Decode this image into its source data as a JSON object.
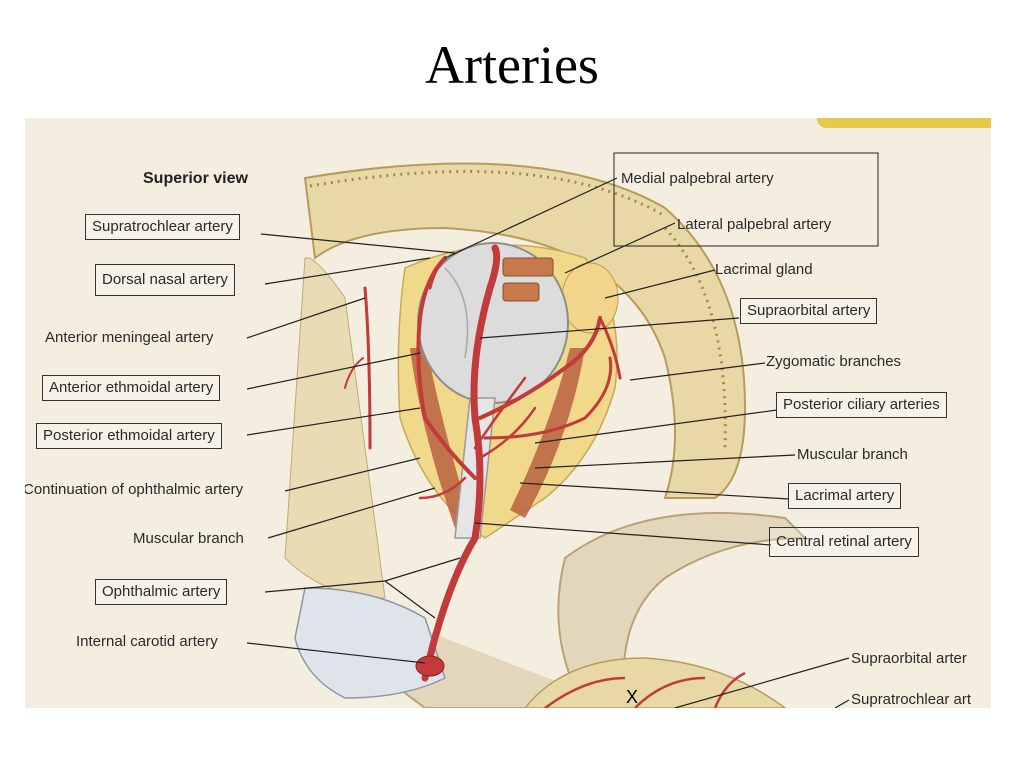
{
  "slide": {
    "title": "Arteries"
  },
  "figure": {
    "view_title": "Superior view",
    "bottom_mark": "X",
    "labels": {
      "supratrochlear": "Supratrochlear artery",
      "dorsal_nasal": "Dorsal nasal artery",
      "anterior_meningeal": "Anterior meningeal artery",
      "anterior_ethmoidal": "Anterior ethmoidal artery",
      "posterior_ethmoidal": "Posterior ethmoidal artery",
      "continuation": "Continuation of ophthalmic artery",
      "muscular_left": "Muscular branch",
      "ophthalmic": "Ophthalmic artery",
      "internal_carotid": "Internal carotid artery",
      "medial_palpebral": "Medial palpebral artery",
      "lateral_palpebral": "Lateral palpebral artery",
      "lacrimal_gland": "Lacrimal gland",
      "supraorbital": "Supraorbital artery",
      "zygomatic": "Zygomatic branches",
      "posterior_ciliary": "Posterior ciliary arteries",
      "muscular_right": "Muscular branch",
      "lacrimal_artery": "Lacrimal artery",
      "central_retinal": "Central retinal artery",
      "supraorbital_bottom": "Supraorbital arter",
      "supratrochlear_bottom": "Supratrochlear art"
    },
    "colors": {
      "artery": "#c23a3a",
      "bone": "#e6d8a8",
      "globe": "#d9d9d9",
      "fat": "#f0d98a",
      "background": "#f4efe2"
    }
  }
}
